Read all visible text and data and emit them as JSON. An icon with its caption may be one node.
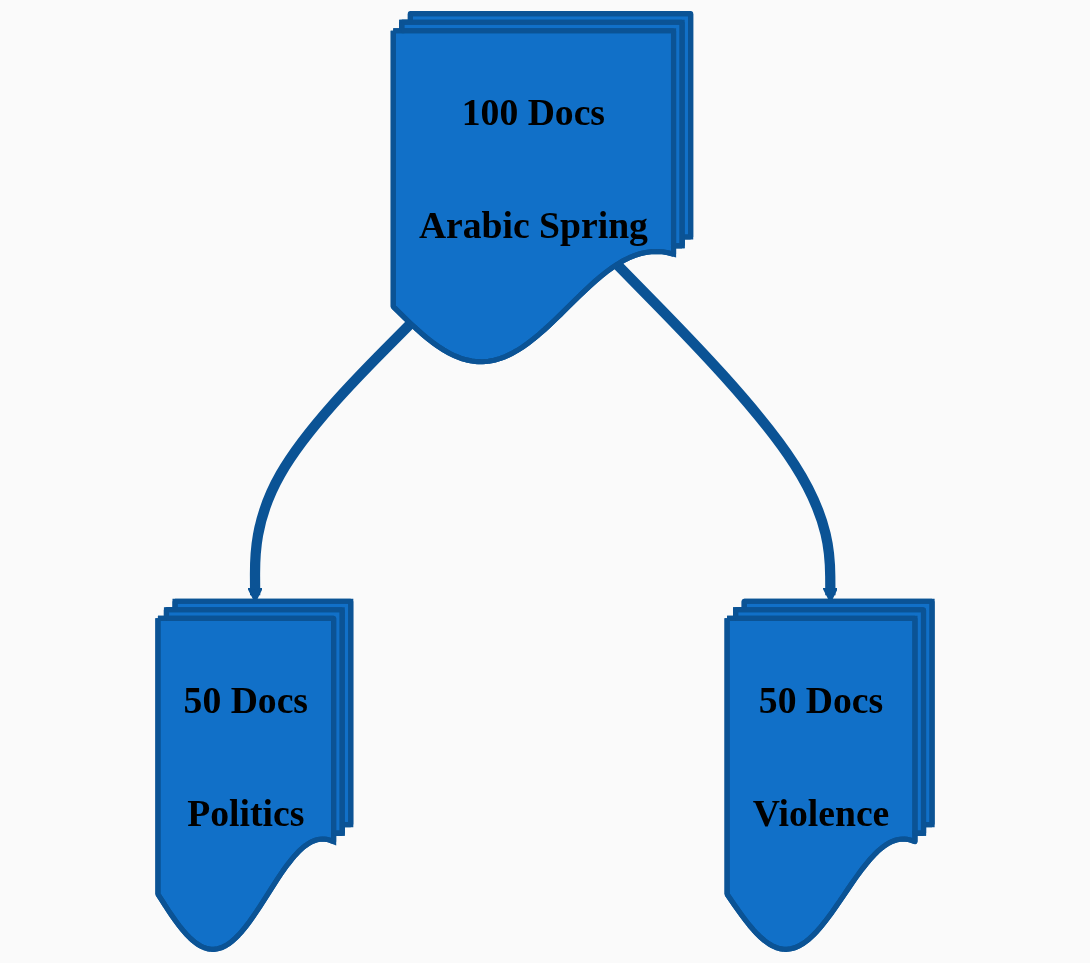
{
  "diagram": {
    "nodes": [
      {
        "text": [
          "100 Docs",
          "Arabic Spring"
        ]
      },
      {
        "text": [
          "50 Docs",
          "Politics"
        ]
      },
      {
        "text": [
          "50 Docs",
          "Violence"
        ]
      }
    ],
    "edges": [
      {
        "from": 0,
        "to": 1,
        "arrow": "to"
      },
      {
        "from": 0,
        "to": 2,
        "arrow": "to"
      }
    ]
  }
}
